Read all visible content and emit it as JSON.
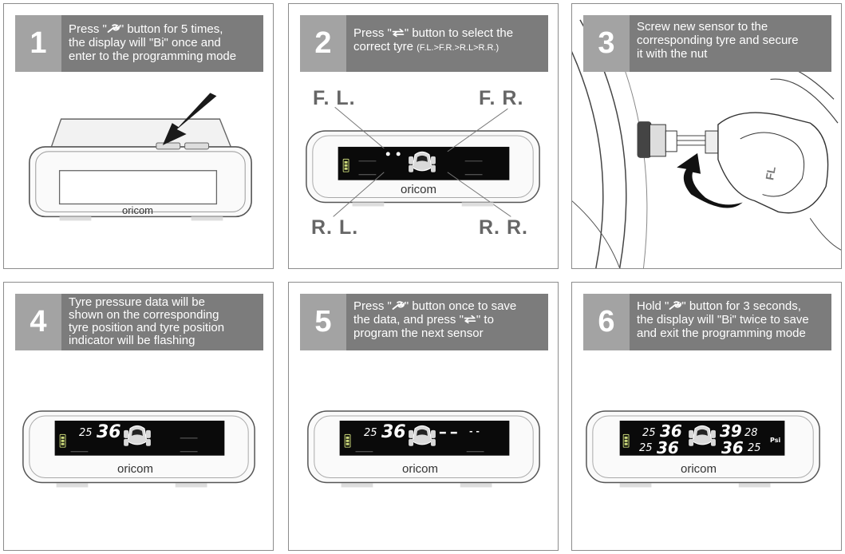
{
  "steps": [
    {
      "number": "1",
      "lines": [
        "Press \"",
        "\" button for 5 times,",
        "the display will \"Bi\" once and",
        "enter to the programming mode"
      ],
      "brand": "oricom",
      "icons": [
        "wrench-icon"
      ]
    },
    {
      "number": "2",
      "lines": [
        "Press \"",
        "\" button to select the",
        "correct tyre",
        "(F.L.>F.R.>R.L>R.R.)"
      ],
      "brand": "oricom",
      "labels": {
        "fl": "F. L.",
        "fr": "F. R.",
        "rl": "R. L.",
        "rr": "R. R."
      },
      "icons": [
        "swap-arrows-icon"
      ]
    },
    {
      "number": "3",
      "lines": [
        "Screw new sensor to the",
        "corresponding tyre and secure",
        "it with the nut"
      ],
      "sensor_text": "FL"
    },
    {
      "number": "4",
      "lines": [
        "Tyre pressure data will be",
        "shown on the corresponding",
        "tyre position and tyre position",
        "indicator will be flashing"
      ],
      "brand": "oricom",
      "readings": {
        "temp": "25",
        "pressure": "36"
      }
    },
    {
      "number": "5",
      "lines": [
        "Press \"",
        "\" button once to save",
        "the data, and press \"",
        "\" to",
        "program the next sensor"
      ],
      "brand": "oricom",
      "readings": {
        "temp": "25",
        "pressure": "36",
        "next": "- -"
      }
    },
    {
      "number": "6",
      "lines": [
        "Hold \"",
        "\" button for 3 seconds,",
        "the display will \"Bi\" twice to save",
        "and exit the programming mode"
      ],
      "brand": "oricom",
      "readings": {
        "fl_temp": "25",
        "fl_pressure": "36",
        "fr_pressure": "39",
        "fr_temp": "28",
        "rl_temp": "25",
        "rl_pressure": "36",
        "rr_pressure": "36",
        "rr_temp": "25",
        "unit": "Psi"
      }
    }
  ]
}
